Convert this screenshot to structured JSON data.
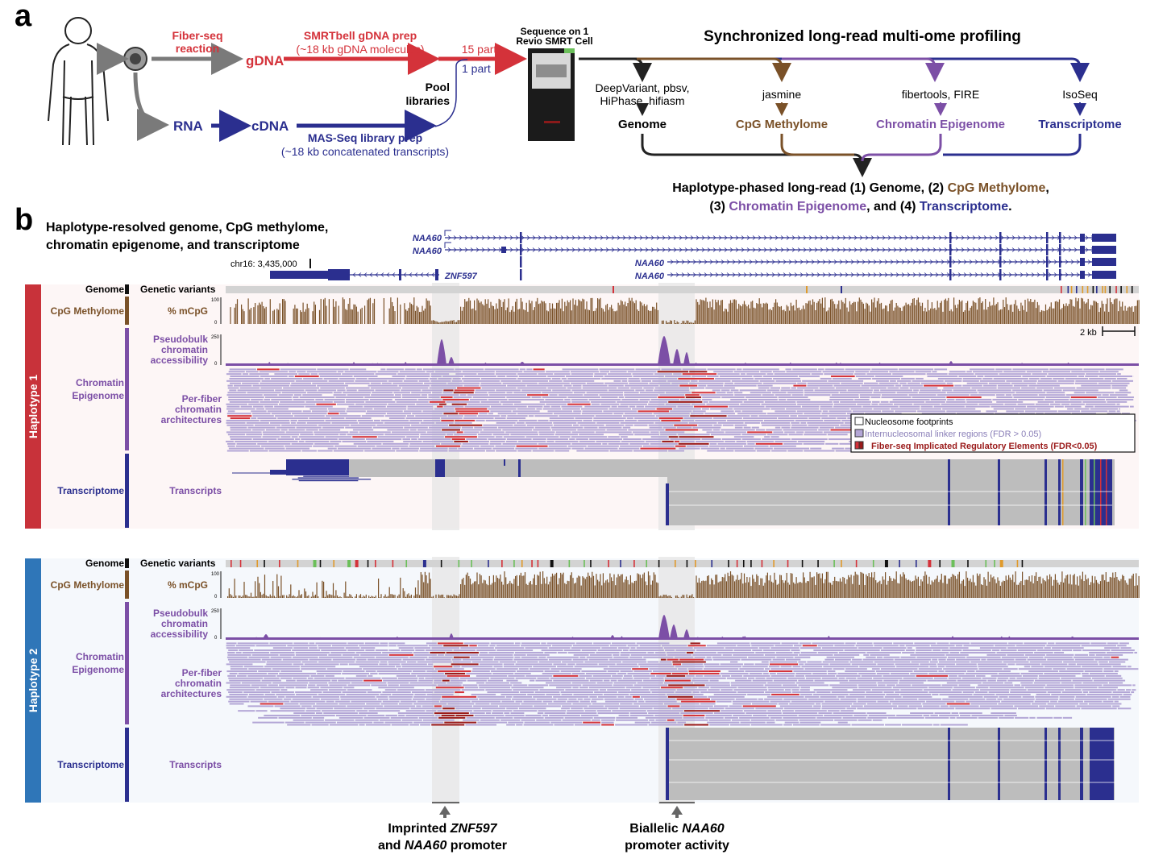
{
  "colors": {
    "red": "#d4323a",
    "blue": "#2b2f8f",
    "brown": "#7a5128",
    "purple": "#7c4fa6",
    "lavender": "#b3a6d6",
    "darkred": "#9a1a1a",
    "grey": "#bdbdbd",
    "hap1": "#c8323a",
    "hap2": "#2f76b8"
  },
  "panel_a": {
    "label": "a",
    "fiberseq": [
      "Fiber-seq",
      "reaction"
    ],
    "gdna": "gDNA",
    "smrtbell": [
      "SMRTbell gDNA prep",
      "(~18 kb gDNA molecules)"
    ],
    "parts15": "15 parts",
    "part1": "1 part",
    "pool": [
      "Pool",
      "libraries"
    ],
    "rna": "RNA",
    "cdna": "cDNA",
    "masseq": [
      "MAS-Seq library prep",
      "(~18 kb concatenated transcripts)"
    ],
    "sequence": [
      "Sequence on 1",
      "Revio SMRT Cell"
    ],
    "sync_title": "Synchronized long-read multi-ome profiling",
    "tools": {
      "genome": [
        "DeepVariant, pbsv,",
        "HiPhase, hifiasm"
      ],
      "methyl": "jasmine",
      "chromatin": "fibertools, FIRE",
      "transcript": "IsoSeq"
    },
    "outputs": {
      "genome": "Genome",
      "methyl": "CpG Methylome",
      "chromatin": "Chromatin Epigenome",
      "transcript": "Transcriptome"
    },
    "summary": {
      "l1a": "Haplotype-phased long-read (1) Genome, (2) ",
      "l1b": "CpG Methylome",
      "l1c": ",",
      "l2a": "(3) ",
      "l2b": "Chromatin Epigenome",
      "l2c": ", and (4) ",
      "l2d": "Transcriptome",
      "l2e": "."
    }
  },
  "panel_b": {
    "label": "b",
    "title": [
      "Haplotype-resolved genome, CpG methylome,",
      "chromatin epigenome, and transcriptome"
    ],
    "coord": "chr16: 3,435,000",
    "genes": {
      "naa60": "NAA60",
      "znf597": "ZNF597"
    },
    "scale": "2 kb",
    "legend": [
      "Nucleosome footprints",
      "Internucleosomal linker regions (FDR > 0.05)",
      "Fiber-seq Implicated Regulatory Elements (FDR<0.05)"
    ],
    "haplotypes": [
      "Haplotype 1",
      "Haplotype 2"
    ],
    "side_labels": {
      "genome": "Genome",
      "methyl": "CpG Methylome",
      "chromatin": [
        "Chromatin",
        "Epigenome"
      ],
      "transcriptome": "Transcriptome"
    },
    "track_labels": {
      "variants": "Genetic variants",
      "mcpg": "% mCpG",
      "pseudobulk": [
        "Pseudobulk",
        "chromatin",
        "accessibility"
      ],
      "perfiber": [
        "Per-fiber",
        "chromatin",
        "architectures"
      ],
      "transcripts": "Transcripts"
    },
    "ticks": {
      "mcpg_max": "100",
      "access_max": "250",
      "zero": "0"
    },
    "annotations": {
      "znf": {
        "a": "Imprinted ",
        "b": "ZNF597",
        "c": "and ",
        "d": "NAA60",
        "e": " promoter"
      },
      "naa": {
        "a": "Biallelic ",
        "b": "NAA60",
        "c": "promoter activity"
      }
    }
  }
}
